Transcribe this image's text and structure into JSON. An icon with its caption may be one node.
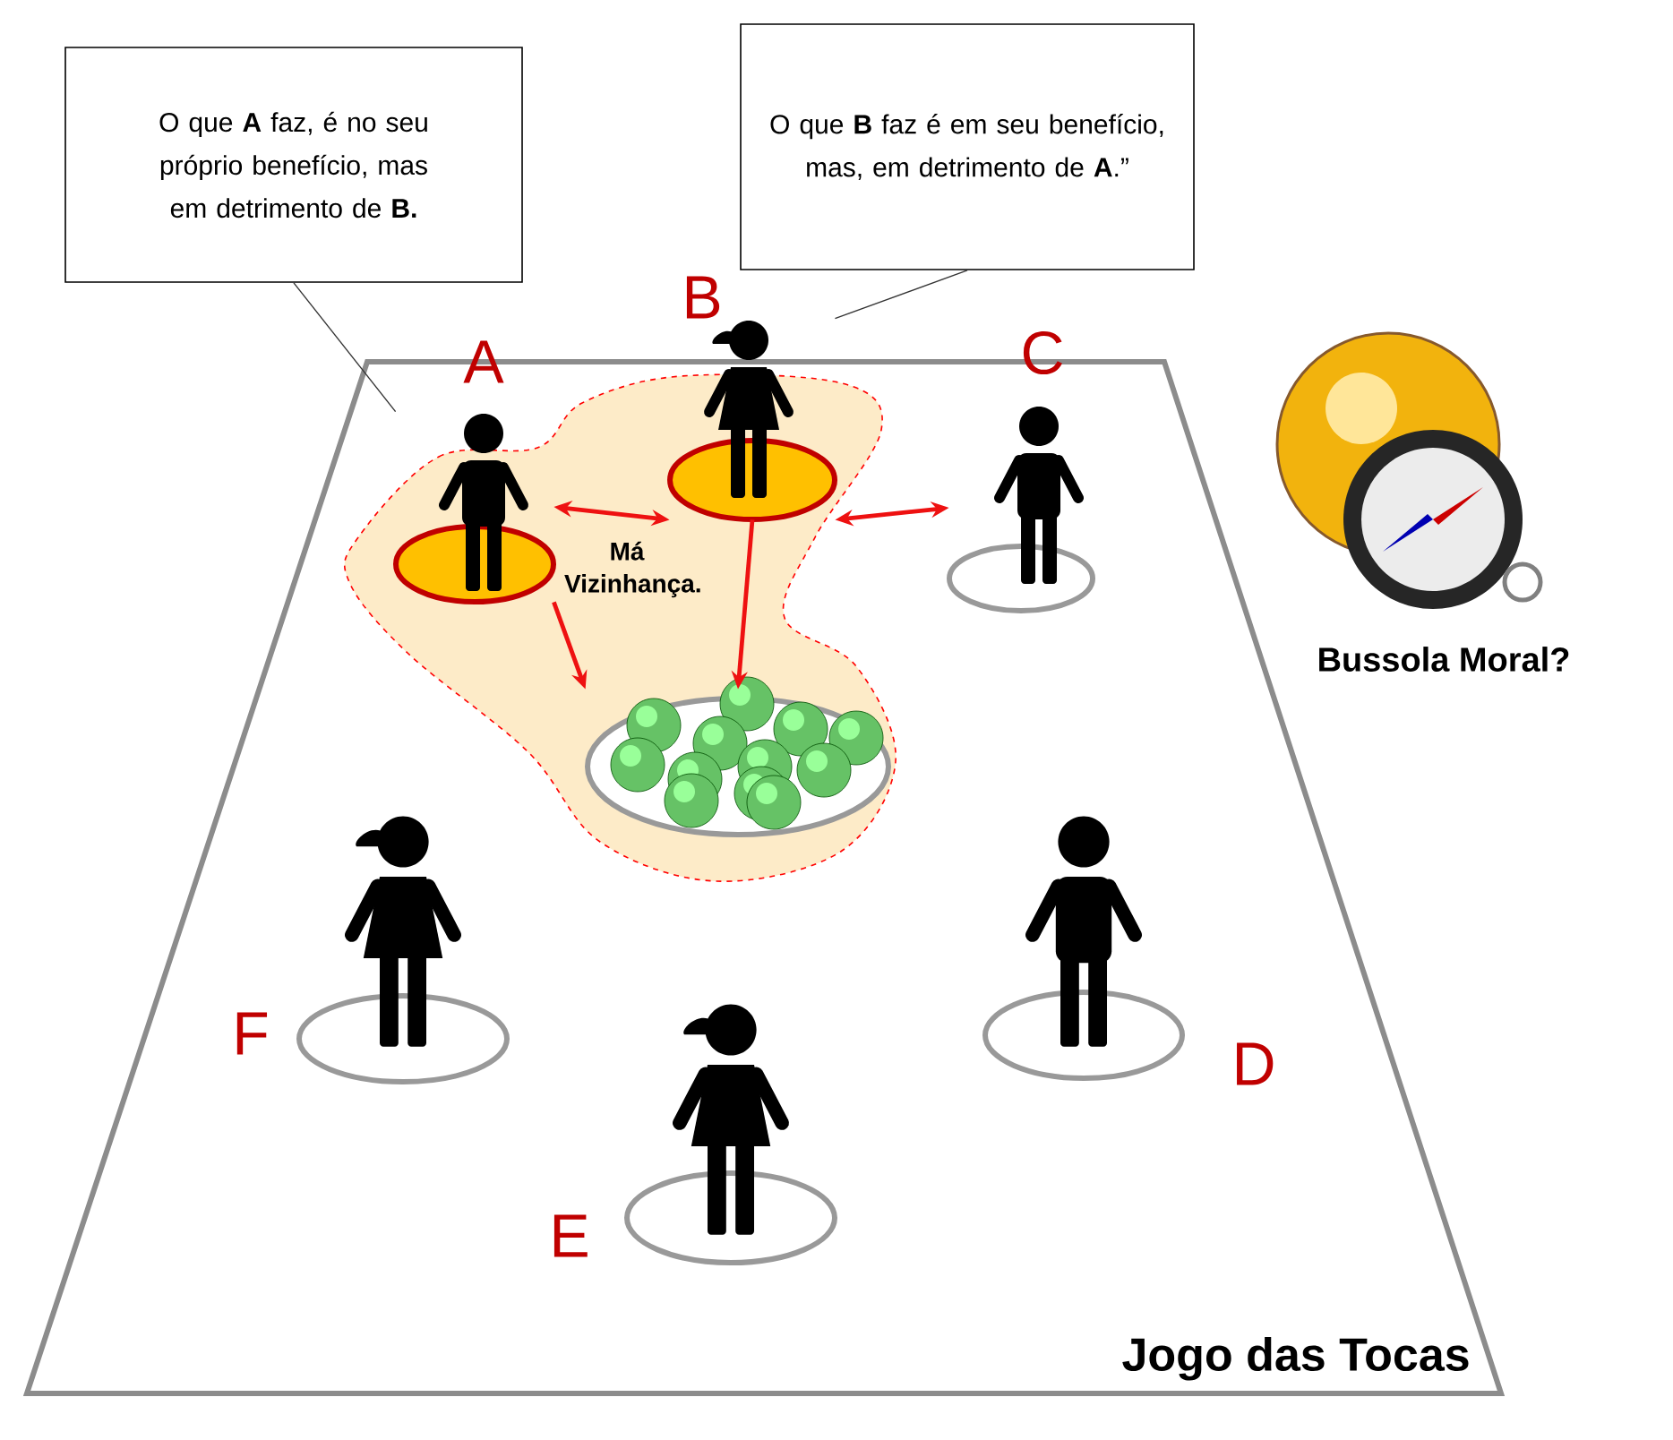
{
  "diagram": {
    "nodes": [
      {
        "text": [
          "O que **A** faz, é no seu próprio benefício, mas em detrimento de **B.**"
        ]
      },
      {
        "text": [
          "O que **B** faz é em seu benefício, mas, em detrimento de **A**.”"
        ]
      },
      {
        "text": [],
        "shape": "person",
        "beside": [
          "A"
        ]
      },
      {
        "text": [],
        "shape": "person",
        "beside": [
          "B"
        ]
      },
      {
        "text": [],
        "shape": "person",
        "beside": [
          "C"
        ]
      },
      {
        "text": [],
        "shape": "picture"
      },
      {
        "text": [],
        "shape": "person",
        "beside": [
          "F"
        ]
      },
      {
        "text": [],
        "shape": "person",
        "beside": [
          "E"
        ]
      },
      {
        "text": [],
        "shape": "person",
        "beside": [
          "D"
        ]
      },
      {
        "text": [
          "Bussola Moral?"
        ]
      }
    ],
    "edges": [
      {
        "from": 2,
        "to": 3,
        "arrow": "both",
        "label": "Má Vizinhança.",
        "color": "#ee1111"
      },
      {
        "from": 3,
        "to": 4,
        "arrow": "both",
        "color": "#ee1111"
      },
      {
        "from": 2,
        "to": 5,
        "arrow": "to",
        "color": "#ee1111"
      },
      {
        "from": 3,
        "to": 5,
        "arrow": "to",
        "color": "#ee1111"
      },
      {
        "from": 0,
        "to": 2,
        "arrow": "none",
        "color": "#333333"
      },
      {
        "from": 1,
        "to": 3,
        "arrow": "none",
        "color": "#333333"
      }
    ],
    "labels": [
      "Jogo das Tocas"
    ]
  }
}
